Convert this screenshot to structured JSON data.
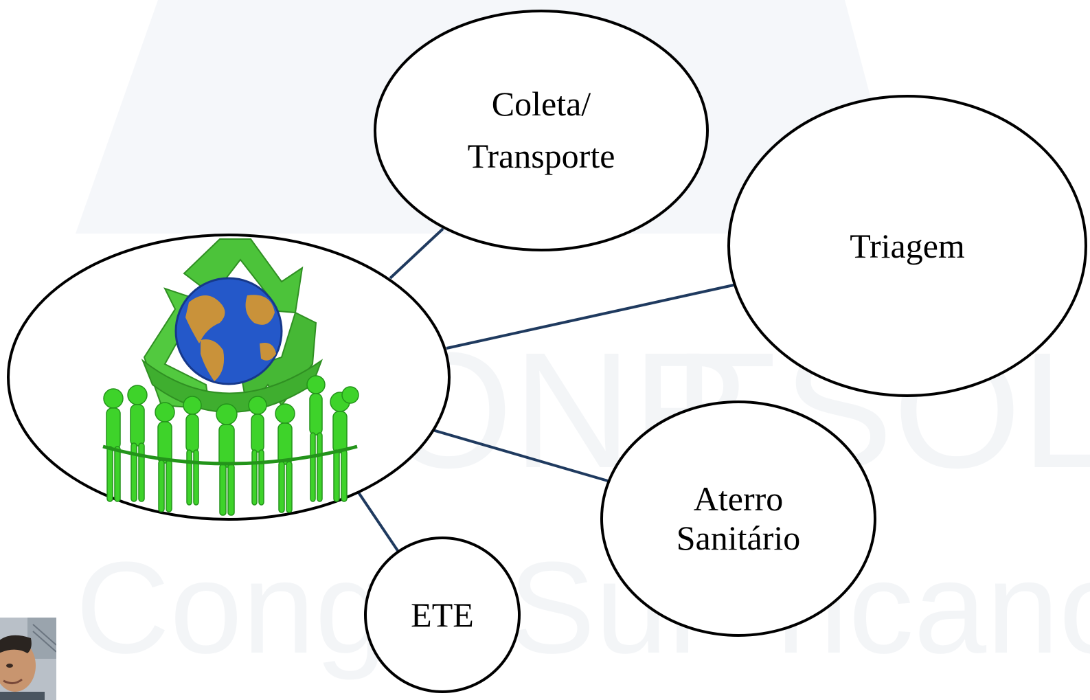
{
  "diagram": {
    "hub": {
      "icon": "recycling-globe-people-icon"
    },
    "nodes": {
      "coleta": {
        "line1": "Coleta/",
        "line2": "Transporte"
      },
      "triagem": {
        "label": "Triagem"
      },
      "aterro": {
        "line1": "Aterro",
        "line2": "Sanitário"
      },
      "ete": {
        "label": "ETE"
      }
    },
    "colors": {
      "connector": "#1f3a5f",
      "outline": "#000000",
      "recycle_green": "#4cc33a",
      "globe_blue": "#2458c9",
      "land": "#c9923a"
    }
  }
}
